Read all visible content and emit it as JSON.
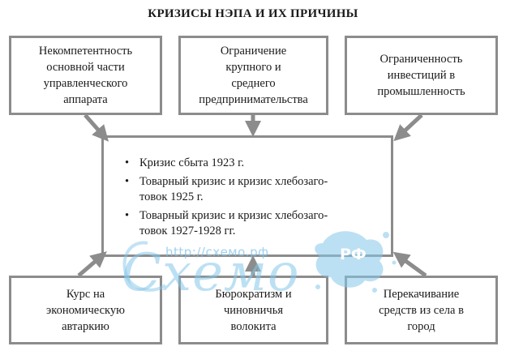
{
  "title": "КРИЗИСЫ НЭПА И ИХ ПРИЧИНЫ",
  "causes_top": [
    "Некомпетентность\nосновной части\nуправленческого\nаппарата",
    "Ограничение\nкрупного и\nсреднего\nпредпринимательства",
    "Ограниченность\nинвестиций в\nпромышленность"
  ],
  "causes_bottom": [
    "Курс на\nэкономическую\nавтаркию",
    "Бюрократизм и\nчиновничья\nволокита",
    "Перекачивание\nсредств из села в\nгород"
  ],
  "crises": [
    "Кризис сбыта 1923 г.",
    "Товарный кризис и кризис хлебозаго-\nтовок 1925 г.",
    "Товарный кризис и кризис хлебозаго-\nтовок 1927-1928 гг."
  ],
  "watermark": {
    "url": "http://схемо.рф",
    "logo": "Схемо",
    "badge": "РФ"
  },
  "colors": {
    "border": "#8c8c8c",
    "arrow": "#8c8c8c",
    "watermark": "#86c8ea"
  }
}
